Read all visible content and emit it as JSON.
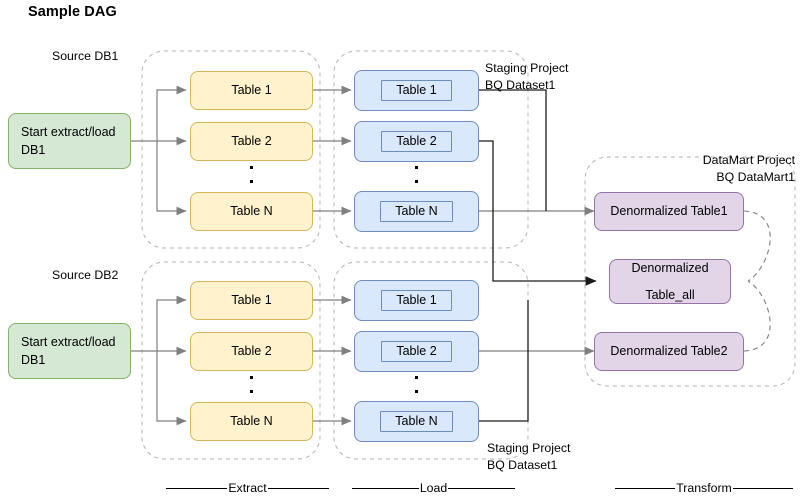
{
  "title": "Sample DAG",
  "sources": [
    {
      "group_label": "Source DB1",
      "start_node": "Start extract/load DB1",
      "extract_tables": [
        "Table 1",
        "Table 2",
        "Table N"
      ],
      "load_tables": [
        "Table 1",
        "Table 2",
        "Table N"
      ],
      "staging_caption": "Staging Project\nBQ Dataset1"
    },
    {
      "group_label": "Source DB2",
      "start_node": "Start extract/load DB1",
      "extract_tables": [
        "Table 1",
        "Table 2",
        "Table N"
      ],
      "load_tables": [
        "Table 1",
        "Table 2",
        "Table N"
      ],
      "staging_caption": "Staging Project\nBQ Dataset1"
    }
  ],
  "datamart": {
    "caption": "DataMart Project\nBQ DataMart1",
    "tables": [
      "Denormalized Table1",
      "Denormalized\nTable_all",
      "Denormalized Table2"
    ]
  },
  "phases": [
    {
      "label": "Extract"
    },
    {
      "label": "Load"
    },
    {
      "label": "Transform"
    }
  ],
  "colors": {
    "green_fill": "#d5e8d4",
    "green_stroke": "#82b366",
    "yellow_fill": "#fff2cc",
    "yellow_stroke": "#d6b656",
    "blue_fill": "#dae8fc",
    "blue_stroke": "#6c8ebf",
    "purple_fill": "#e1d5e7",
    "purple_stroke": "#9673a6",
    "arrow_gray": "#808080",
    "arrow_black": "#000000",
    "container_dash": "#b3b3b3"
  }
}
